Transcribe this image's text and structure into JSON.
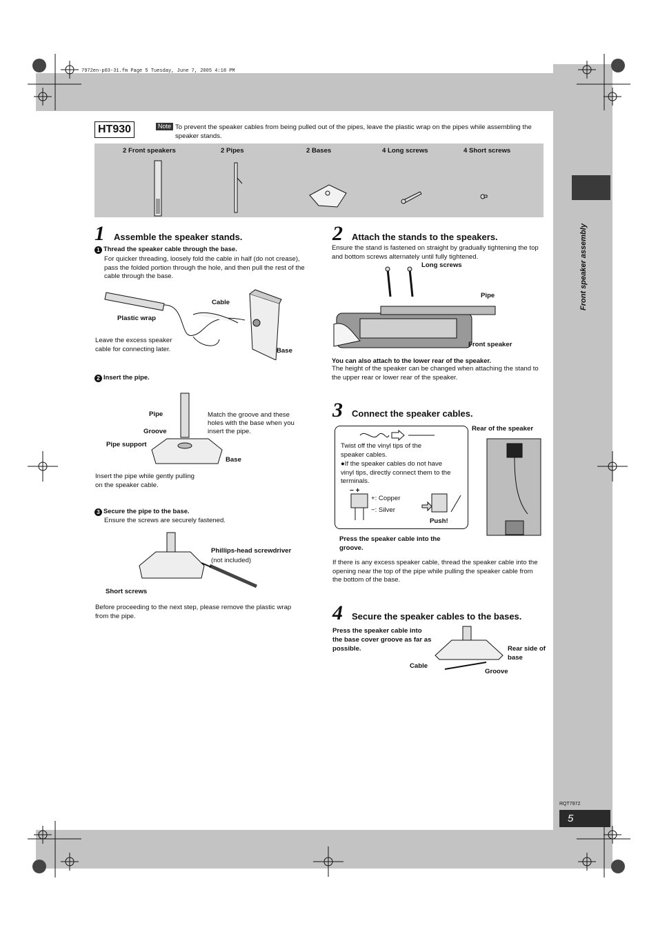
{
  "header": {
    "file_line": "7972en-p03-31.fm  Page 5  Tuesday, June 7, 2005  4:18 PM"
  },
  "sidebar": {
    "section_title": "Front speaker assembly"
  },
  "footer": {
    "doc_code": "RQT7972",
    "page_number": "5"
  },
  "model": "HT930",
  "note": {
    "badge": "Note",
    "text": "To prevent the speaker cables from being pulled out of the pipes, leave the plastic wrap on the pipes while assembling the speaker stands."
  },
  "parts": [
    {
      "label": "2 Front speakers",
      "icon": "speaker-icon"
    },
    {
      "label": "2 Pipes",
      "icon": "pipe-icon"
    },
    {
      "label": "2 Bases",
      "icon": "base-icon"
    },
    {
      "label": "4 Long screws",
      "icon": "long-screw-icon"
    },
    {
      "label": "4 Short screws",
      "icon": "short-screw-icon"
    }
  ],
  "step1": {
    "number": "1",
    "title": "Assemble the speaker stands.",
    "sub1": {
      "num": "1",
      "head": "Thread the speaker cable through the base.",
      "body": "For quicker threading, loosely fold the cable in half (do not crease), pass the folded portion through the hole, and then pull the rest of the cable through the base.",
      "labels": {
        "plastic_wrap": "Plastic wrap",
        "cable": "Cable",
        "base": "Base"
      },
      "caption": "Leave the excess speaker cable for connecting later."
    },
    "sub2": {
      "num": "2",
      "head": "Insert the pipe.",
      "labels": {
        "pipe": "Pipe",
        "groove": "Groove",
        "pipe_support": "Pipe support",
        "base": "Base",
        "match": "Match the groove and these holes with the base when you insert the pipe."
      },
      "caption": "Insert the pipe while gently pulling on the speaker cable."
    },
    "sub3": {
      "num": "3",
      "head": "Secure the pipe to the base.",
      "body": "Ensure the screws are securely fastened.",
      "labels": {
        "screwdriver": "Phillips-head screwdriver",
        "not_included": "(not included)",
        "short_screws": "Short screws"
      },
      "caption": "Before proceeding to the next step, please remove the plastic wrap from the pipe."
    }
  },
  "step2": {
    "number": "2",
    "title": "Attach the stands to the speakers.",
    "body": "Ensure the stand is fastened on straight by gradually tightening the top and bottom screws alternately until fully tightened.",
    "labels": {
      "long_screws": "Long screws",
      "pipe": "Pipe",
      "front_speaker": "Front speaker"
    },
    "note_head": "You can also attach to the lower rear of the speaker.",
    "note_body": "The height of the speaker can be changed when attaching the stand to the upper rear or lower rear of the speaker."
  },
  "step3": {
    "number": "3",
    "title": "Connect the speaker cables.",
    "tip_text": "Twist off the vinyl tips of the speaker cables.",
    "tip_bullet": "If the speaker cables do not have vinyl tips, directly connect them to the terminals.",
    "plus": "+: Copper",
    "minus": "−: Silver",
    "push": "Push!",
    "rear_label": "Rear of the speaker",
    "press_label": "Press the speaker cable into the groove.",
    "body": "If there is any excess speaker cable, thread the speaker cable into the opening near the top of the pipe while pulling the speaker cable from the bottom of the base."
  },
  "step4": {
    "number": "4",
    "title": "Secure the speaker cables to the bases.",
    "press_label": "Press the speaker cable into the base cover groove as far as possible.",
    "labels": {
      "rear_side": "Rear side of base",
      "cable": "Cable",
      "groove": "Groove"
    }
  }
}
